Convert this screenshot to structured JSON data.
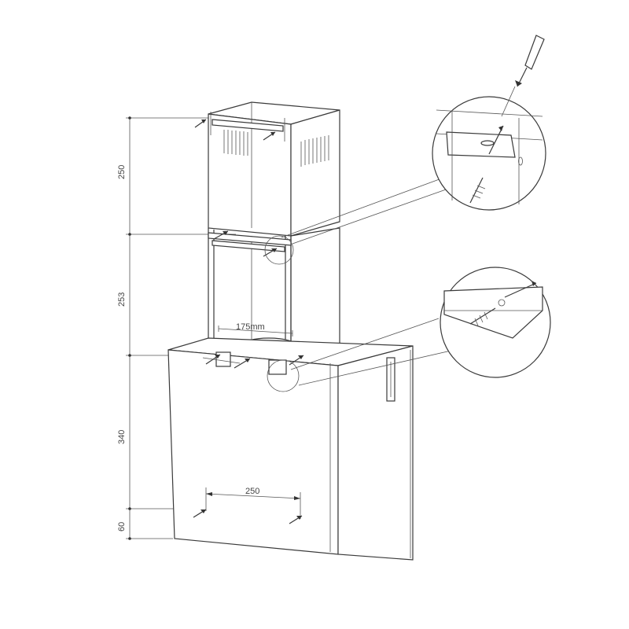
{
  "dimensions": {
    "h_upper": "250",
    "h_middle": "253",
    "h_hood": "340",
    "h_bottom": "60",
    "w_duct": "175mm",
    "w_holes": "250"
  },
  "colors": {
    "line": "#3a3a3a",
    "background": "#ffffff"
  }
}
